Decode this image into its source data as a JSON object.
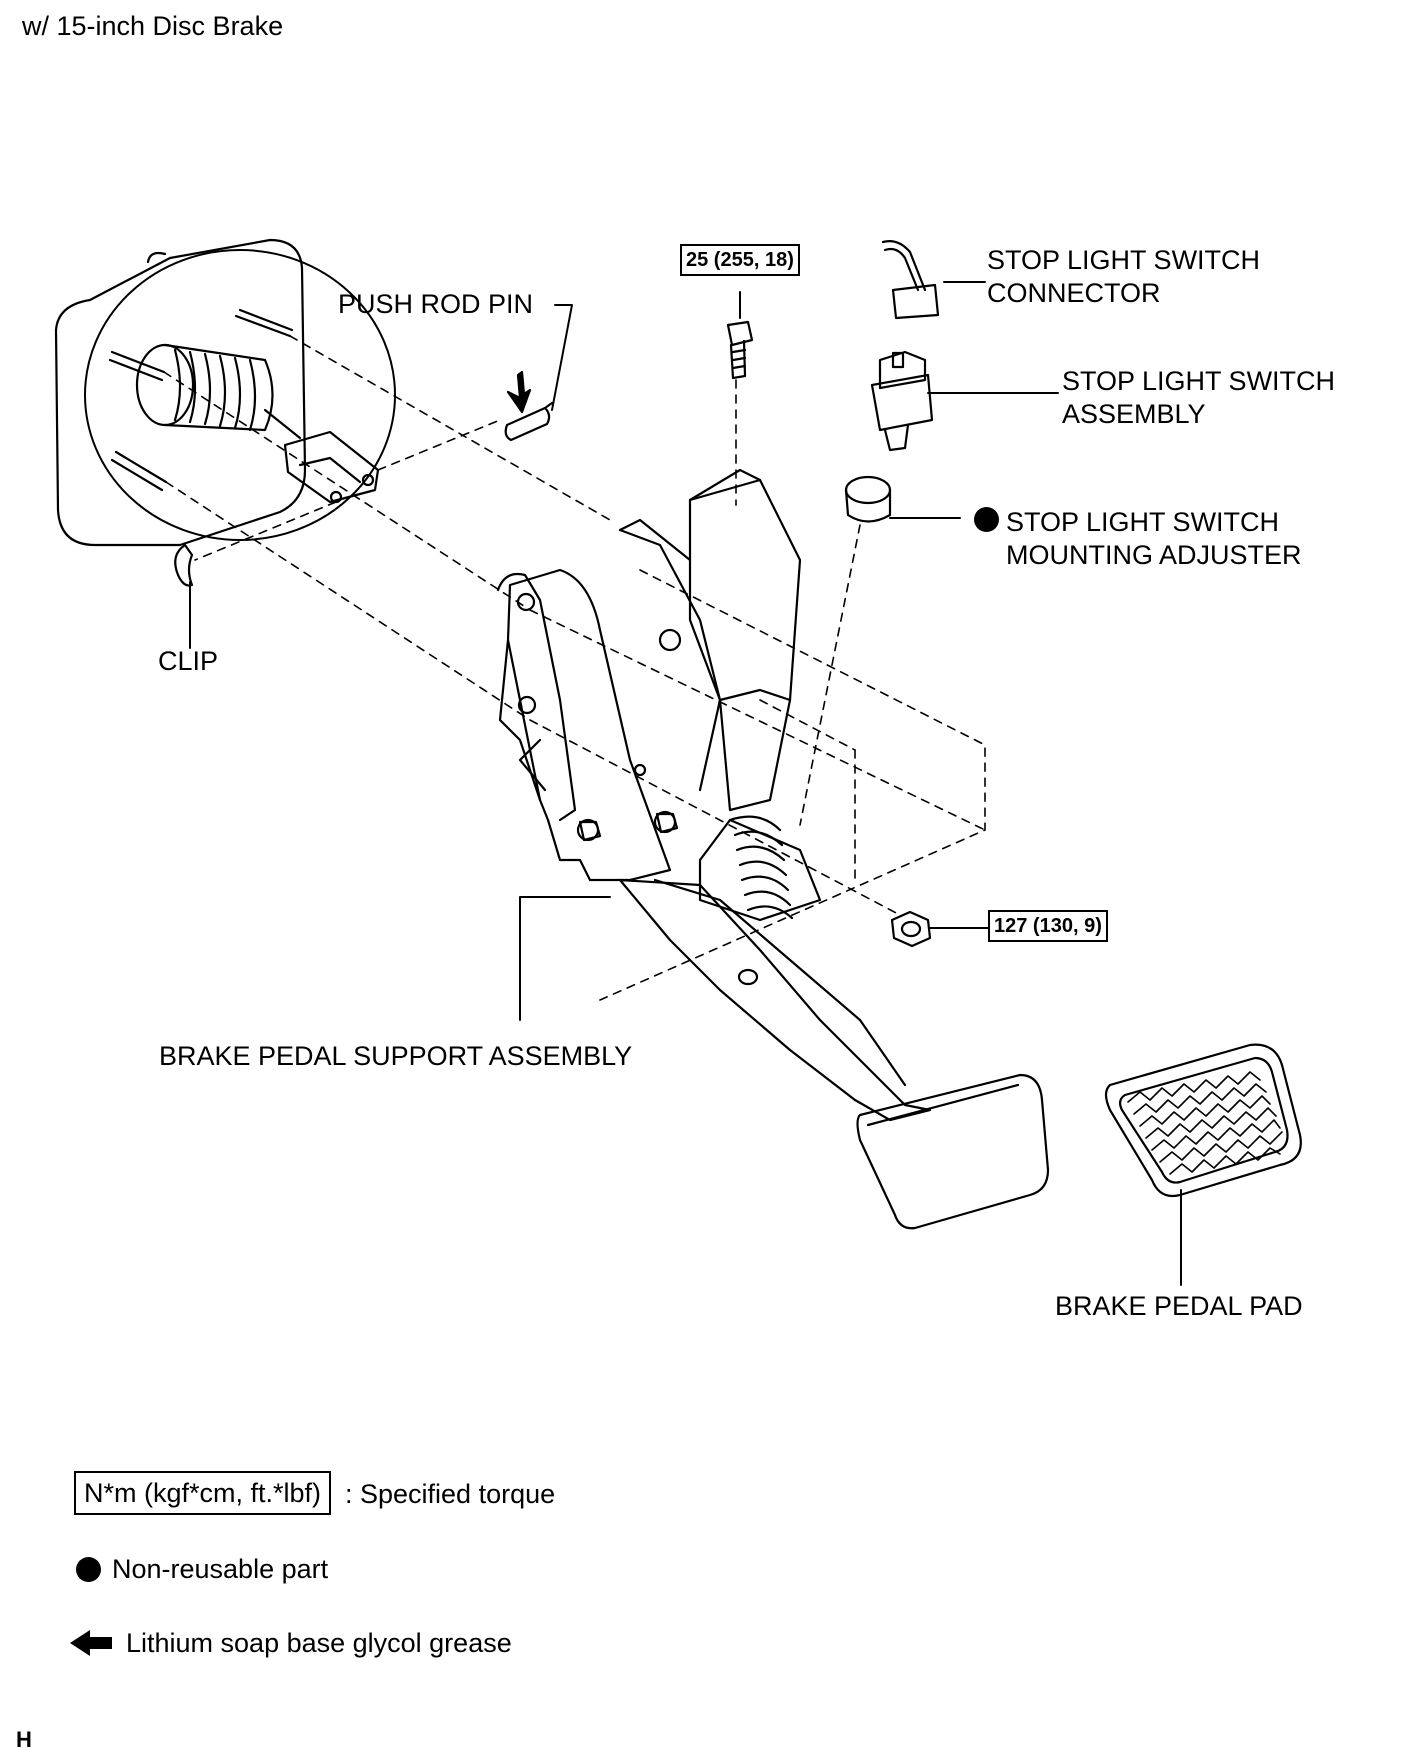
{
  "header": {
    "title": "w/ 15-inch Disc Brake"
  },
  "labels": {
    "push_rod_pin": "PUSH ROD PIN",
    "clip": "CLIP",
    "stop_light_switch_connector": "STOP LIGHT SWITCH\nCONNECTOR",
    "stop_light_switch_assembly": "STOP LIGHT SWITCH\nASSEMBLY",
    "stop_light_switch_mounting_adjuster": "STOP LIGHT SWITCH\nMOUNTING ADJUSTER",
    "brake_pedal_support_assembly": "BRAKE PEDAL SUPPORT ASSEMBLY",
    "brake_pedal_pad": "BRAKE PEDAL PAD"
  },
  "torques": {
    "bolt": "25 (255, 18)",
    "nut": "127 (130, 9)"
  },
  "legend": {
    "torque_unit": "N*m (kgf*cm, ft.*lbf)",
    "torque_desc": ": Specified torque",
    "non_reusable": "Non-reusable part",
    "grease": "Lithium soap base glycol grease"
  },
  "footer": {
    "corner_mark": "H"
  }
}
